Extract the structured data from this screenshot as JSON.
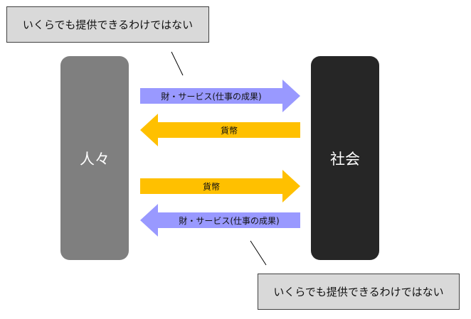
{
  "callouts": {
    "top": "いくらでも提供できるわけではない",
    "bottom": "いくらでも提供できるわけではない"
  },
  "entities": {
    "people": "人々",
    "society": "社会"
  },
  "arrows": [
    {
      "label": "財・サービス(仕事の成果)",
      "direction": "right",
      "color": "#9999ff"
    },
    {
      "label": "貨幣",
      "direction": "left",
      "color": "#ffc000"
    },
    {
      "label": "貨幣",
      "direction": "right",
      "color": "#ffc000"
    },
    {
      "label": "財・サービス(仕事の成果)",
      "direction": "left",
      "color": "#9999ff"
    }
  ]
}
